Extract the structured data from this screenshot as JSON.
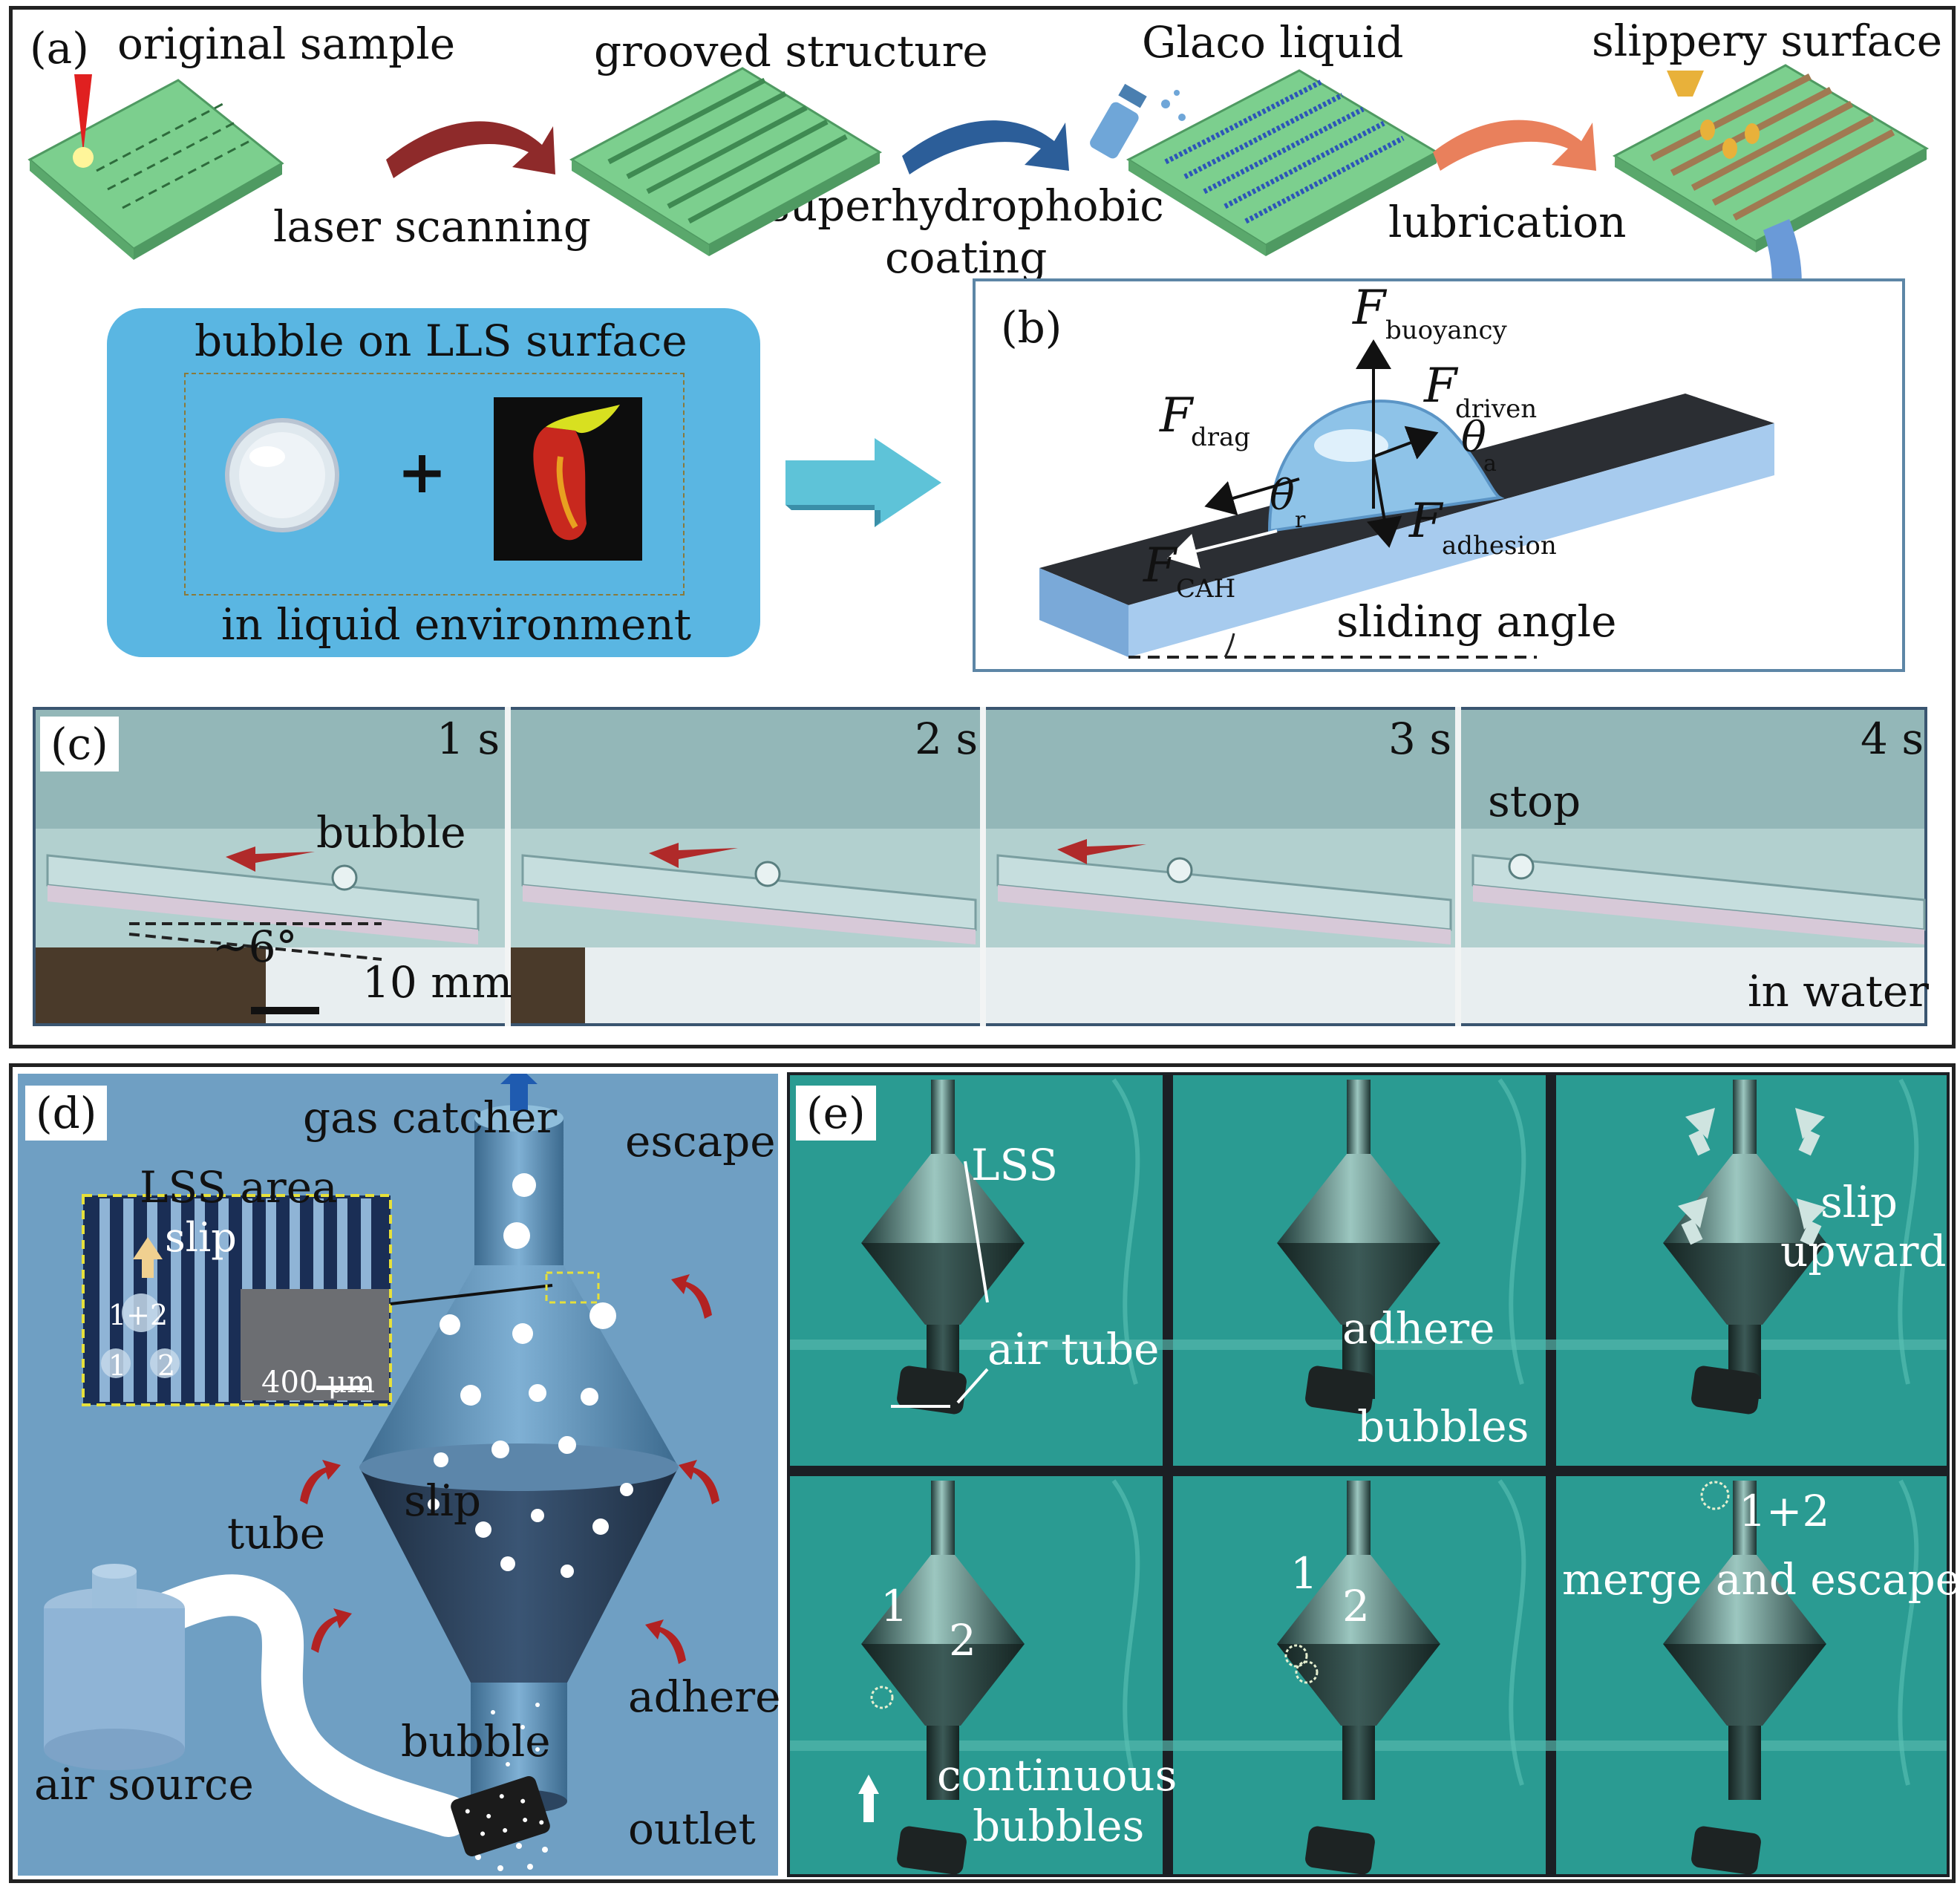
{
  "panel_a": {
    "tag": "(a)",
    "steps": [
      "original sample",
      "grooved structure",
      "Glaco liquid",
      "slippery surface"
    ],
    "processes": [
      "laser scanning",
      "superhydrophobic",
      "coating",
      "lubrication"
    ]
  },
  "inset_bubble": {
    "title": "bubble on LLS surface",
    "plus": "+",
    "caption": "in liquid environment"
  },
  "panel_b": {
    "tag": "(b)",
    "forces": {
      "F": "F",
      "buoyancy": "buoyancy",
      "driven": "driven",
      "drag": "drag",
      "adhesion": "adhesion",
      "cah": "CAH",
      "theta": "θ",
      "theta_a": "a",
      "theta_r": "r"
    },
    "sliding_angle": "sliding angle"
  },
  "panel_c": {
    "tag": "(c)",
    "times": [
      "1 s",
      "2 s",
      "3 s",
      "4 s"
    ],
    "bubble": "bubble",
    "angle": "~6°",
    "scale": "10 mm",
    "stop": "stop",
    "medium": "in water"
  },
  "panel_d": {
    "tag": "(d)",
    "gas_catcher": "gas catcher",
    "escape": "escape",
    "lss_area": "LSS area",
    "slip": "slip",
    "merge": "1+2",
    "b1": "1",
    "b2": "2",
    "scale": "400 μm",
    "slip_side": "slip",
    "tube": "tube",
    "adhere": "adhere",
    "bubble": "bubble",
    "air_source": "air source",
    "outlet": "outlet"
  },
  "panel_e": {
    "tag": "(e)",
    "lss": "LSS",
    "air_tube": "air tube",
    "adhere": "adhere",
    "bubbles": "bubbles",
    "slip": "slip",
    "upward": "upward",
    "b1": "1",
    "b2": "2",
    "merge": "1+2",
    "merge_escape": "merge and escape",
    "continuous": "continuous",
    "continuous_bubbles": "bubbles"
  },
  "colors": {
    "sample_green": "#7ccf8e",
    "bubble_panel": "#5ab6e2",
    "panel_c_bg": "#a7c8c8",
    "panel_d_bg": "#6f9fc3",
    "panel_e_bg": "#2a9b92",
    "arrow_red": "#b02a2a"
  }
}
